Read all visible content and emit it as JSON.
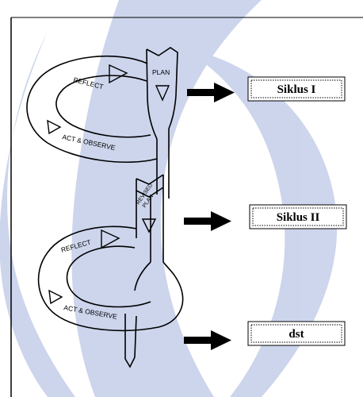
{
  "colors": {
    "watermark": "#bcc8e6",
    "line": "#000000",
    "background": "#ffffff"
  },
  "spiral": {
    "cycle1": {
      "reflect": "REFLECT",
      "plan": "PLAN",
      "act_observe": "ACT & OBSERVE"
    },
    "revised_plan": [
      "REVISED",
      "PLAN"
    ],
    "cycle2": {
      "reflect": "REFLECT",
      "act_observe": "ACT & OBSERVE"
    }
  },
  "labels": [
    {
      "text": "Siklus I"
    },
    {
      "text": "Siklus II"
    },
    {
      "text": "dst"
    }
  ]
}
